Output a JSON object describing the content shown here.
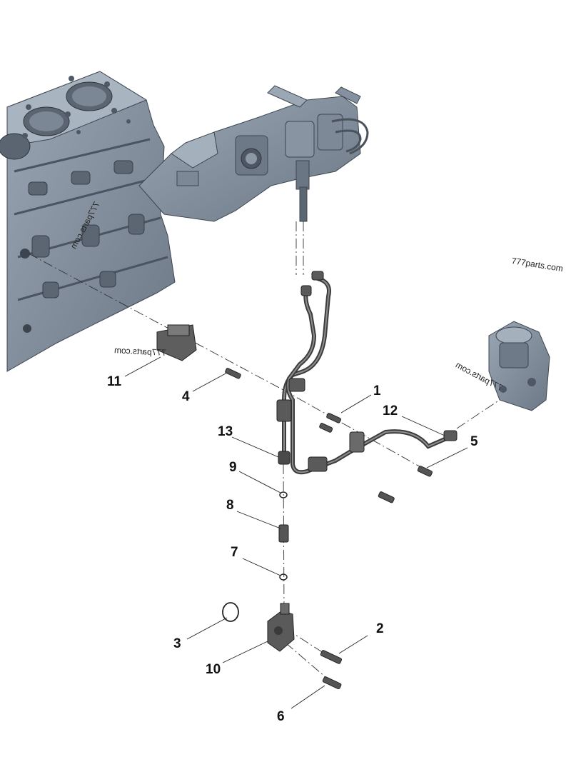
{
  "diagram": {
    "watermarks": {
      "wm_top_right": "777parts.com",
      "wm_block": "777parts.com",
      "wm_bracket": "777parts.com",
      "wm_pump": "777parts.com"
    },
    "callouts": {
      "c1": "1",
      "c2": "2",
      "c3": "3",
      "c4": "4",
      "c5": "5",
      "c6": "6",
      "c7": "7",
      "c8": "8",
      "c9": "9",
      "c10": "10",
      "c11": "11",
      "c12": "12",
      "c13": "13"
    },
    "colors": {
      "engine_block": "#7f8c9b",
      "engine_block_dark": "#56606c",
      "pipe": "#555555",
      "leader": "#222222"
    }
  }
}
